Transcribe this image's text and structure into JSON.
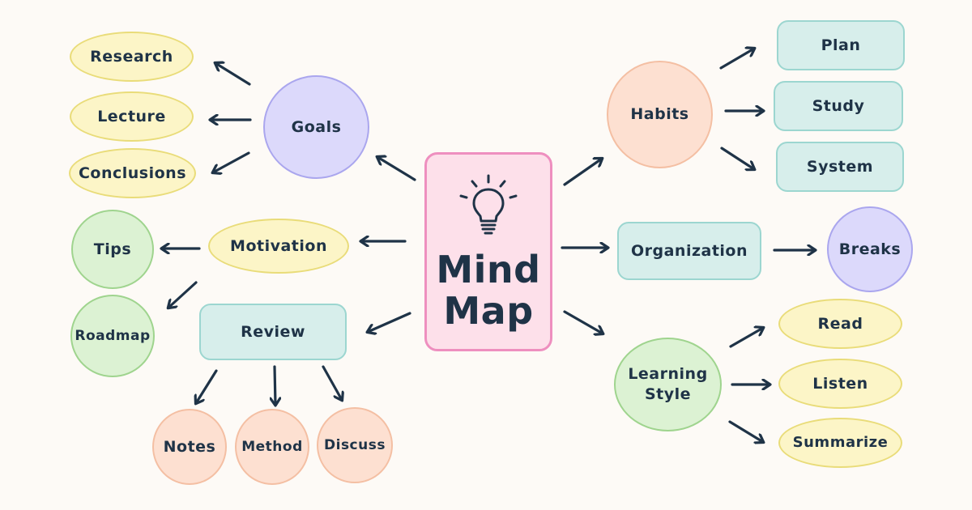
{
  "center": {
    "title_line1": "Mind",
    "title_line2": "Map",
    "icon": "lightbulb-icon"
  },
  "branches": {
    "goals": {
      "label": "Goals",
      "children": [
        "Research",
        "Lecture",
        "Conclusions"
      ]
    },
    "motivation": {
      "label": "Motivation",
      "children": [
        "Tips",
        "Roadmap"
      ]
    },
    "review": {
      "label": "Review",
      "children": [
        "Notes",
        "Method",
        "Discuss"
      ]
    },
    "habits": {
      "label": "Habits",
      "children": [
        "Plan",
        "Study",
        "System"
      ]
    },
    "organization": {
      "label": "Organization",
      "children": [
        "Breaks"
      ]
    },
    "learning_style": {
      "label": "Learning Style",
      "children": [
        "Read",
        "Listen",
        "Summarize"
      ]
    }
  },
  "colors": {
    "background": "#fdfaf6",
    "text": "#1f3347",
    "arrow": "#1f3347",
    "yellow": "#fcf5c7",
    "purple": "#dcd9fb",
    "peach": "#fde0d1",
    "teal": "#d7eeeb",
    "green": "#dcf2d3",
    "pink": "#fde0ea"
  }
}
